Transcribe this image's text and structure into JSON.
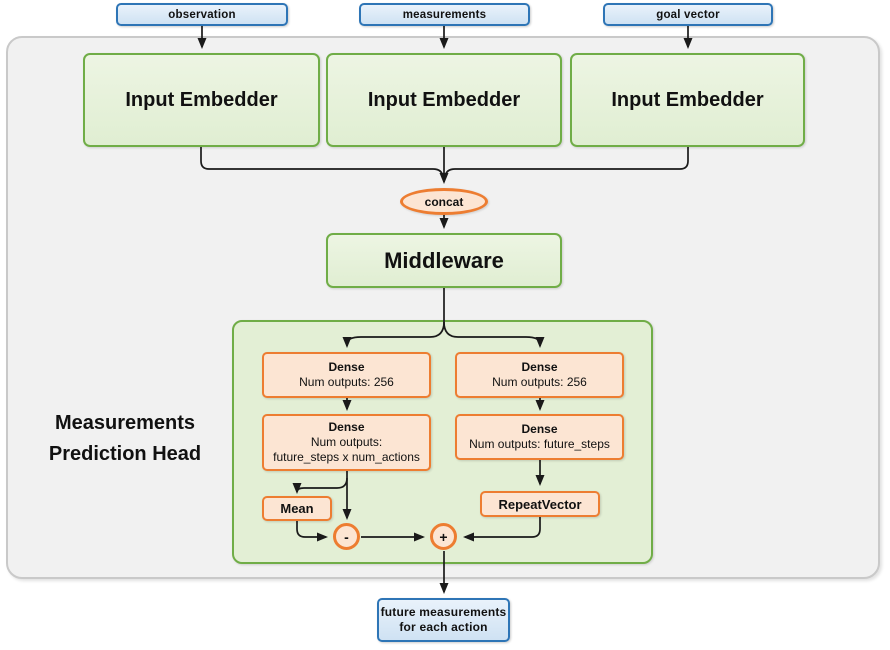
{
  "diagram": {
    "inputs": [
      {
        "label": "observation"
      },
      {
        "label": "measurements"
      },
      {
        "label": "goal vector"
      }
    ],
    "embedders": [
      {
        "label": "Input Embedder"
      },
      {
        "label": "Input Embedder"
      },
      {
        "label": "Input Embedder"
      }
    ],
    "concat": {
      "label": "concat"
    },
    "middleware": {
      "label": "Middleware"
    },
    "head": {
      "title": "Measurements Prediction Head",
      "left_branch": {
        "dense1": {
          "title": "Dense",
          "subtitle": "Num outputs: 256"
        },
        "dense2": {
          "title": "Dense",
          "subtitle": "Num outputs:",
          "subtitle2": "future_steps x num_actions"
        },
        "mean": {
          "label": "Mean"
        },
        "minus_op": {
          "label": "-"
        }
      },
      "right_branch": {
        "dense1": {
          "title": "Dense",
          "subtitle": "Num outputs: 256"
        },
        "dense2": {
          "title": "Dense",
          "subtitle": "Num outputs: future_steps"
        },
        "repeat_vector": {
          "label": "RepeatVector"
        },
        "plus_op": {
          "label": "+"
        }
      }
    },
    "output": {
      "line1": "future measurements",
      "line2": "for each action"
    },
    "colors": {
      "green_border": "#70ad47",
      "green_fill": "#e7f1dc",
      "head_fill": "#e3efd5",
      "orange_border": "#ed7d31",
      "orange_fill": "#fce5d3",
      "blue_border": "#2e75b6",
      "blue_fill": "#deebf7",
      "container_fill": "#f1f1f1",
      "container_border": "#c9c9c9",
      "wire": "#1a1a1a"
    }
  }
}
